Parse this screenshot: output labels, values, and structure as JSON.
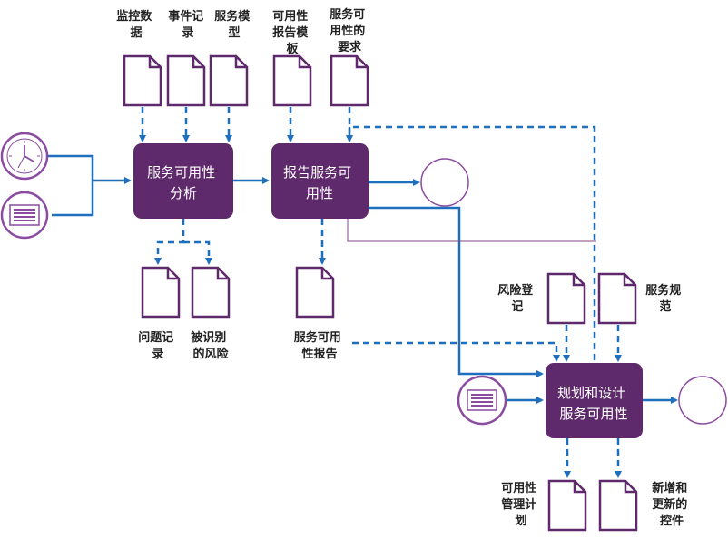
{
  "processes": {
    "analysis": [
      "服务可用性",
      "分析"
    ],
    "report": [
      "报告服务可",
      "用性"
    ],
    "planning": [
      "规划和设计",
      "服务可用性"
    ]
  },
  "inputs": {
    "monitoring_data": [
      "监控数",
      "据"
    ],
    "event_records": [
      "事件记",
      "录"
    ],
    "service_model": [
      "服务模",
      "型"
    ],
    "report_template": [
      "可用性",
      "报告模",
      "板"
    ],
    "requirements": [
      "服务可",
      "用性的",
      "要求"
    ]
  },
  "outputs": {
    "problem_records": [
      "问题记",
      "录"
    ],
    "identified_risks": [
      "被识别",
      "的风险"
    ],
    "availability_report": [
      "服务可用",
      "性报告"
    ],
    "risk_register": [
      "风险登",
      "记"
    ],
    "service_spec": [
      "服务规",
      "范"
    ],
    "management_plan": [
      "可用性",
      "管理计",
      "划"
    ],
    "new_controls": [
      "新增和",
      "更新的",
      "控件"
    ]
  },
  "icons": [
    "clock-icon",
    "list-icon",
    "end-event-icon",
    "document-icon"
  ],
  "colors": {
    "process": "#5f2a6b",
    "arrow": "#1f6fbf",
    "icon": "#8a4ba0"
  }
}
